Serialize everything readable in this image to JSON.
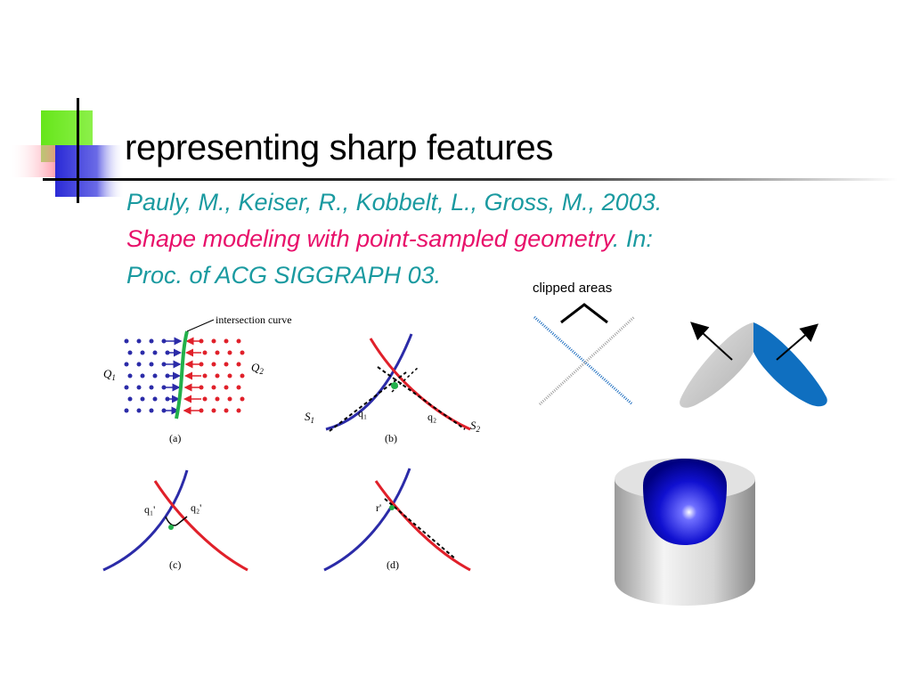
{
  "slide": {
    "title": "representing sharp features",
    "citation": {
      "authors": "Pauly, M., Keiser, R., Kobbelt, L., Gross, M., 2003.",
      "paper_title": "Shape modeling with point-sampled geometry",
      "in_label": ". In:",
      "venue": "Proc. of ACG SIGGRAPH 03."
    }
  },
  "colors": {
    "title_text": "#000000",
    "citation_teal": "#1a9aa0",
    "citation_pink": "#e8106a",
    "deco_green": "#66e61a",
    "deco_blue": "#2a2ad6",
    "deco_pink": "#ff6078",
    "curve_blue": "#2b2ba8",
    "curve_red": "#e0202a",
    "intersection_green": "#22b04a",
    "shape_blue": "#0f6fc0",
    "shape_gray": "#c8c8c8"
  },
  "figure_left": {
    "callout": "intersection curve",
    "q1": "Q",
    "q1_sub": "1",
    "q2": "Q",
    "q2_sub": "2",
    "panel_a": "(a)",
    "panel_b": "(b)",
    "panel_c": "(c)",
    "panel_d": "(d)",
    "b_s1": "S",
    "b_s1_sub": "1",
    "b_s2": "S",
    "b_s2_sub": "2",
    "b_q1": "q₁",
    "b_q2": "q₂",
    "c_q1": "q₁'",
    "c_q2": "q₂'",
    "d_r": "r'"
  },
  "figure_right": {
    "clipped_label": "clipped areas"
  },
  "icons": [
    "arrow-icon",
    "sphere-icon"
  ]
}
